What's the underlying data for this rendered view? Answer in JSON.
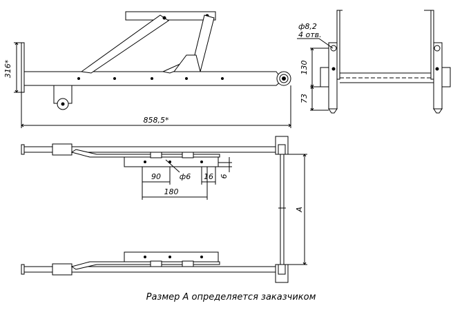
{
  "dimensions": {
    "height_label": "316*",
    "overall_width_label": "858,5*",
    "hole_diameter_label": "ф8,2",
    "hole_count_label": "4 отв.",
    "vertical_spacing_label": "130",
    "bottom_offset_label": "73",
    "spacing_90_label": "90",
    "pin_diameter_label": "ф6",
    "offset_16_label": "16",
    "thickness_label": "6",
    "spacing_180_label": "180",
    "size_a_label": "A"
  },
  "caption": "Размер А определяется заказчиком"
}
